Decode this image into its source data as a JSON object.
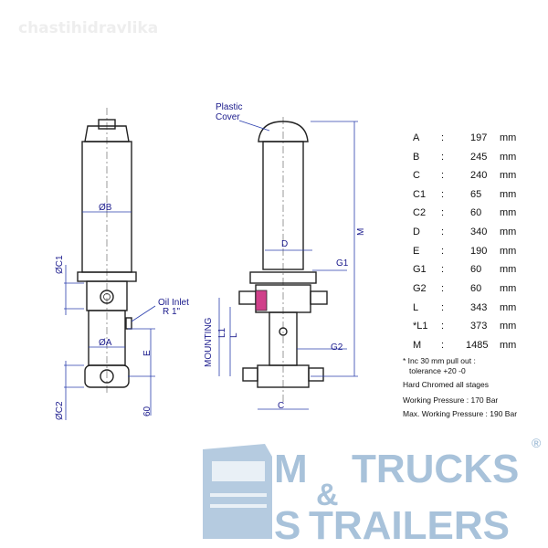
{
  "watermark": "chastihidravlika",
  "left_view": {
    "labels": {
      "dia_b": "ØB",
      "dia_a": "ØA",
      "dia_c1": "ØC1",
      "dia_c2": "ØC2",
      "e": "E",
      "sixty": "60",
      "oil_inlet": "Oil Inlet",
      "thread": "R 1\""
    }
  },
  "right_view": {
    "labels": {
      "plastic": "Plastic",
      "cover": "Cover",
      "d": "D",
      "g1": "G1",
      "g2": "G2",
      "l1": "L1",
      "l": "L",
      "mounting": "MOUNTING",
      "m": "M",
      "c": "C"
    }
  },
  "specs": [
    {
      "key": "A",
      "sep": ":",
      "value": "197",
      "unit": "mm"
    },
    {
      "key": "B",
      "sep": ":",
      "value": "245",
      "unit": "mm"
    },
    {
      "key": "C",
      "sep": ":",
      "value": "240",
      "unit": "mm"
    },
    {
      "key": "C1",
      "sep": ":",
      "value": "65",
      "unit": "mm"
    },
    {
      "key": "C2",
      "sep": ":",
      "value": "60",
      "unit": "mm"
    },
    {
      "key": "D",
      "sep": ":",
      "value": "340",
      "unit": "mm"
    },
    {
      "key": "E",
      "sep": ":",
      "value": "190",
      "unit": "mm"
    },
    {
      "key": "G1",
      "sep": ":",
      "value": "60",
      "unit": "mm"
    },
    {
      "key": "G2",
      "sep": ":",
      "value": "60",
      "unit": "mm"
    },
    {
      "key": "L",
      "sep": ":",
      "value": "343",
      "unit": "mm"
    },
    {
      "key": "*L1",
      "sep": ":",
      "value": "373",
      "unit": "mm"
    },
    {
      "key": "M",
      "sep": ":",
      "value": "1485",
      "unit": "mm"
    }
  ],
  "notes": {
    "pull_out": "* Inc 30 mm pull out :",
    "tolerance": "tolerance +20 -0",
    "chromed": "Hard Chromed all stages",
    "working": "Working Pressure : 170 Bar",
    "max_working": "Max. Working Pressure : 190 Bar"
  },
  "logo": {
    "m": "M",
    "trucks": "TRUCKS",
    "amp": "&",
    "s": "S",
    "trailers": "TRAILERS",
    "reg": "®"
  },
  "colors": {
    "dimension": "#2b3fae",
    "logo": "#a8c2da",
    "seal": "#d0408a"
  }
}
